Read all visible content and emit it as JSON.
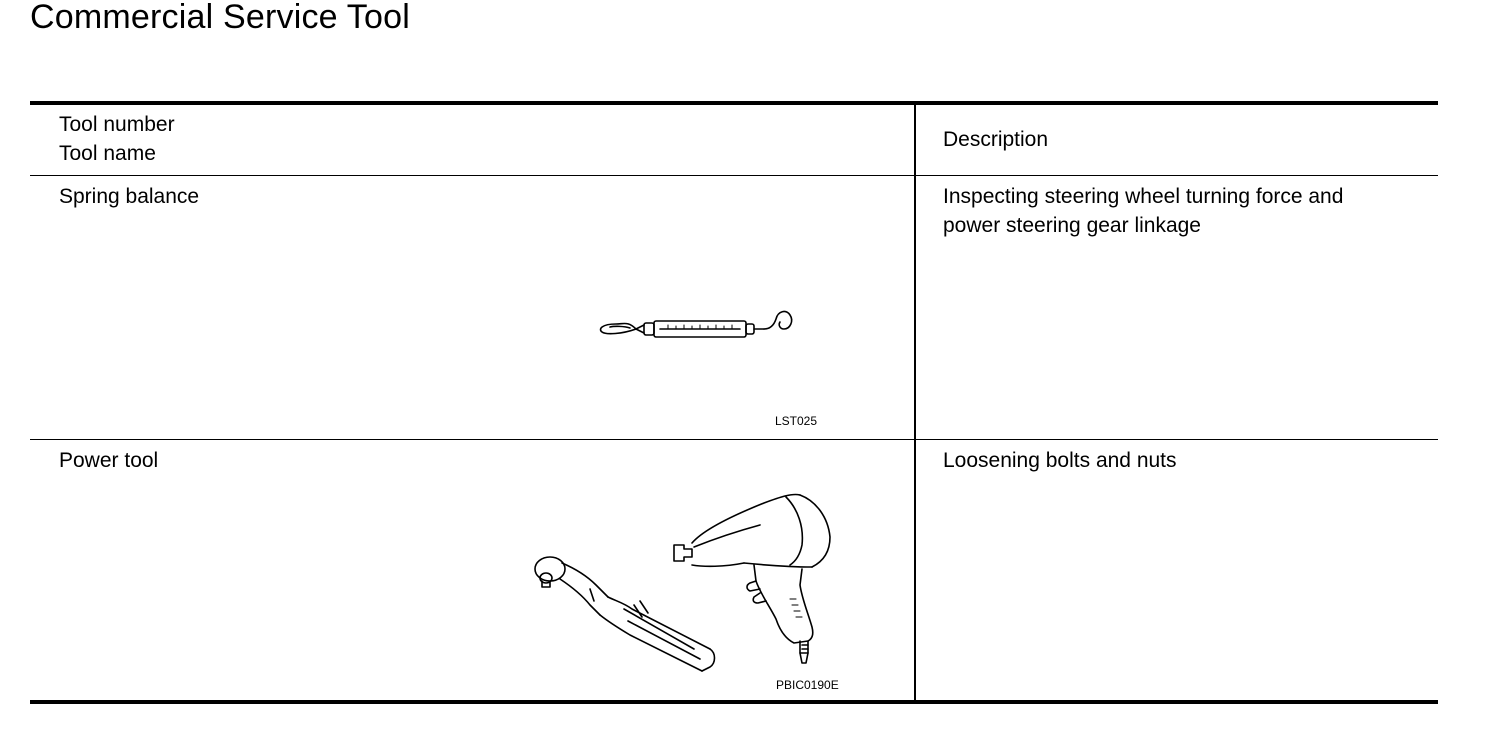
{
  "page": {
    "title": "Commercial Service Tool"
  },
  "table": {
    "header": {
      "tool_number_label": "Tool number",
      "tool_name_label": "Tool name",
      "description_label": "Description"
    },
    "rows": [
      {
        "tool_name": "Spring balance",
        "description_line1": "Inspecting steering wheel turning force and",
        "description_line2": "power steering gear linkage",
        "figure_code": "LST025",
        "illustration_icon": "spring-balance-icon"
      },
      {
        "tool_name": "Power tool",
        "description_line1": "Loosening bolts and nuts",
        "figure_code": "PBIC0190E",
        "illustration_icon": "power-tool-icon"
      }
    ]
  }
}
